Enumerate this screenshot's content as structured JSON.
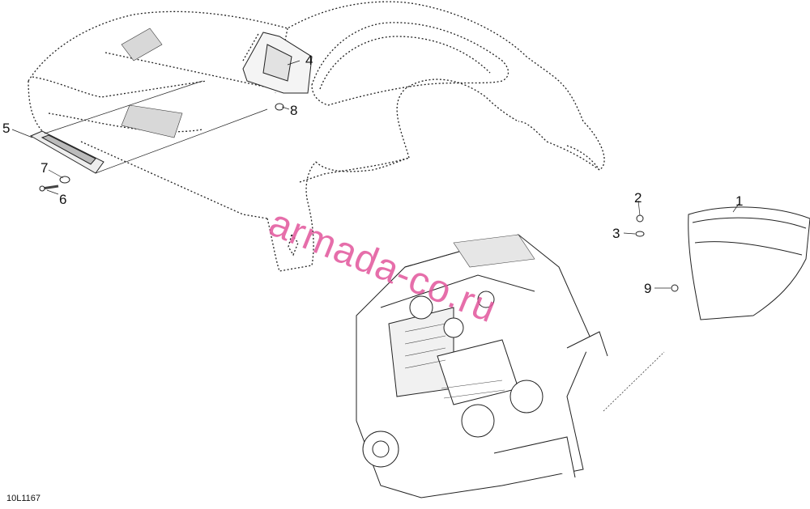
{
  "callouts": [
    {
      "id": "c1",
      "label": "1"
    },
    {
      "id": "c2",
      "label": "2"
    },
    {
      "id": "c3",
      "label": "3"
    },
    {
      "id": "c4",
      "label": "4"
    },
    {
      "id": "c5",
      "label": "5"
    },
    {
      "id": "c6",
      "label": "6"
    },
    {
      "id": "c7",
      "label": "7"
    },
    {
      "id": "c8",
      "label": "8"
    },
    {
      "id": "c9",
      "label": "9"
    }
  ],
  "drawing_code": "10L1167",
  "watermark": {
    "text": "armada-co.ru",
    "color": "#e2559c"
  }
}
